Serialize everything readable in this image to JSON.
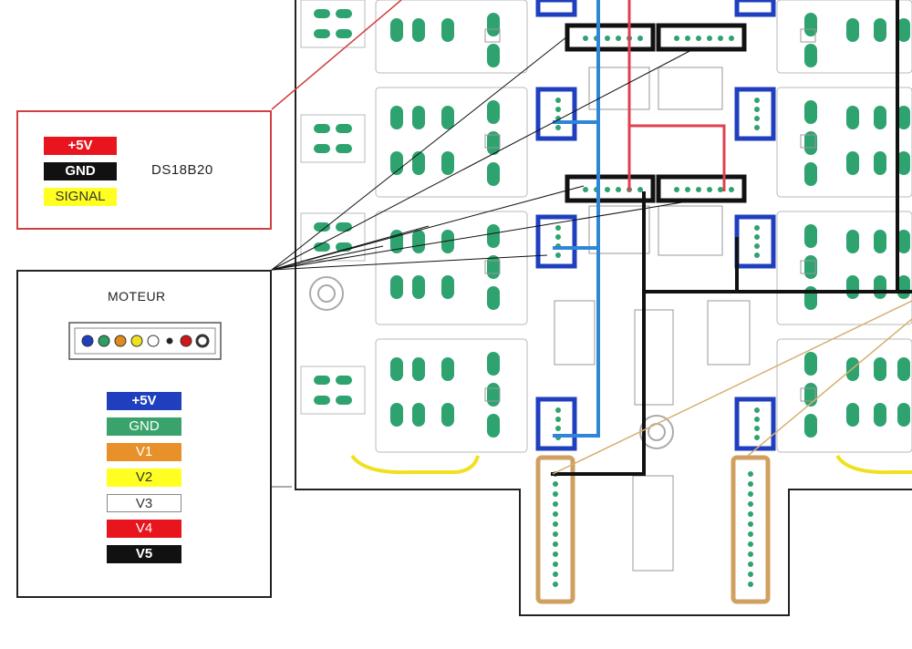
{
  "ds18b20": {
    "sensor_name": "DS18B20",
    "legend": [
      {
        "label": "+5V",
        "bg": "#e8141e",
        "fg": "#ffffff"
      },
      {
        "label": "GND",
        "bg": "#111111",
        "fg": "#ffffff"
      },
      {
        "label": "SIGNAL",
        "bg": "#ffff22",
        "fg": "#333333"
      }
    ]
  },
  "motor": {
    "title": "MOTEUR",
    "connector_pins": [
      "#1f3fbf",
      "#2e9e62",
      "#e08a1e",
      "#f0e020",
      "#ffffff",
      "#222222",
      "#d01818",
      "#ffffff"
    ],
    "legend": [
      {
        "label": "+5V",
        "bg": "#1f3fbf",
        "fg": "#ffffff"
      },
      {
        "label": "GND",
        "bg": "#3aa36b",
        "fg": "#ffffff"
      },
      {
        "label": "V1",
        "bg": "#e8902a",
        "fg": "#ffffff"
      },
      {
        "label": "V2",
        "bg": "#ffff22",
        "fg": "#333333"
      },
      {
        "label": "V3",
        "bg": "#ffffff",
        "fg": "#333333"
      },
      {
        "label": "V4",
        "bg": "#e8141e",
        "fg": "#ffffff"
      },
      {
        "label": "V5",
        "bg": "#111111",
        "fg": "#ffffff"
      }
    ]
  },
  "colors": {
    "pad_green": "#2ea36f",
    "connector_blue": "#1f3fbf",
    "connector_tan": "#d0a060",
    "wire_blue": "#2f86d8",
    "wire_red": "#e04050",
    "wire_black": "#111111",
    "wire_tan": "#d6b070",
    "silk_yellow": "#f0e020",
    "outline_gray": "#b8b8b8"
  }
}
